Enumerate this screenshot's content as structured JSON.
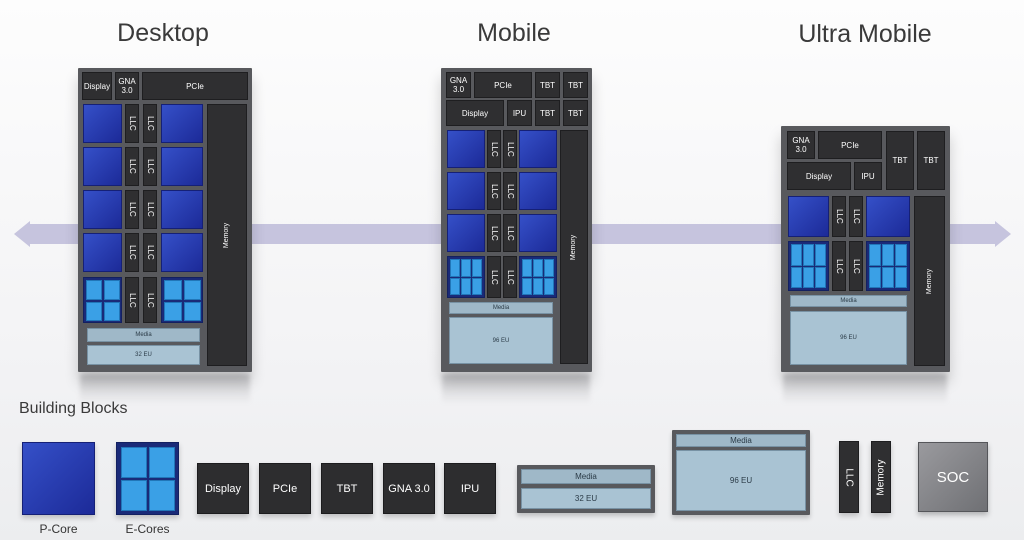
{
  "headers": {
    "desktop": "Desktop",
    "mobile": "Mobile",
    "ultra_mobile": "Ultra Mobile"
  },
  "blocks": {
    "display": "Display",
    "gna": "GNA 3.0",
    "pcie": "PCIe",
    "tbt": "TBT",
    "ipu": "IPU",
    "llc": "LLC",
    "media": "Media",
    "eu32": "32 EU",
    "eu96": "96 EU",
    "memory": "Memory",
    "soc": "SOC"
  },
  "building_blocks": {
    "title": "Building Blocks",
    "pcore_label": "P-Core",
    "ecores_label": "E-Cores"
  },
  "colors": {
    "band": "#c6c4de",
    "pcore": "#2a3db5",
    "ecore": "#3aa0e6",
    "chip": "#58595d"
  }
}
